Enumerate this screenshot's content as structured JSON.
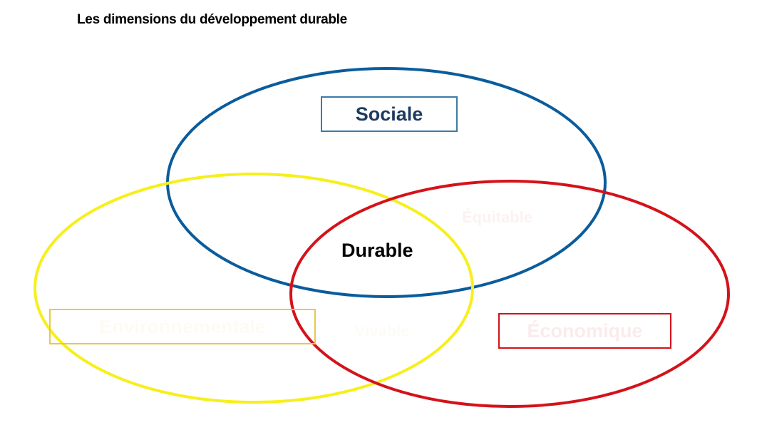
{
  "title": "Les dimensions du développement durable",
  "diagram": {
    "center_label": "Durable",
    "dimensions": [
      {
        "key": "social",
        "label": "Sociale",
        "color": "#0a5c9c",
        "text_color": "#1e3a5f"
      },
      {
        "key": "environmental",
        "label": "Environnementale",
        "color": "#f7ef1c",
        "text_color": "#e9c84a"
      },
      {
        "key": "economic",
        "label": "Économique",
        "color": "#d4121a",
        "text_color": "#d4121a"
      }
    ],
    "intersections": {
      "social_economic": "Équitable",
      "social_environmental": "Vivable"
    }
  }
}
